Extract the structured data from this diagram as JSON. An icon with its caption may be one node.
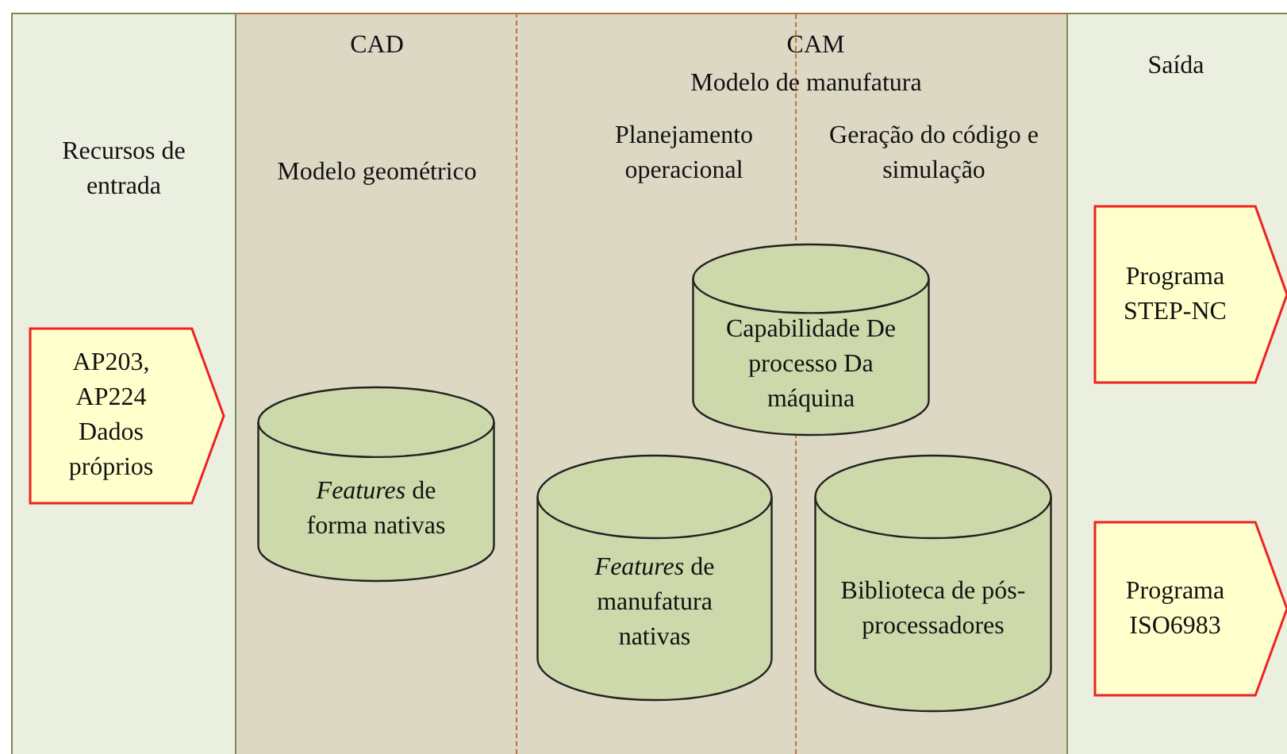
{
  "diagram": {
    "nodes": [
      {
        "text": [
          "Recursos de entrada"
        ]
      },
      {
        "text": [
          "CAD",
          "Modelo geométrico"
        ]
      },
      {
        "text": [
          "CAM",
          "Modelo de manufatura",
          "Planejamento operacional",
          "Geração do código e simulação"
        ]
      },
      {
        "text": [
          "Saída"
        ]
      },
      {
        "text": [
          "AP203, AP224 Dados próprios"
        ],
        "in": 0
      },
      {
        "text": [
          "*Features* de forma nativas"
        ],
        "in": 1
      },
      {
        "text": [
          "Capabilidade De processo Da máquina"
        ],
        "in": 2
      },
      {
        "text": [
          "*Features* de manufatura nativas"
        ],
        "in": 2
      },
      {
        "text": [
          "Biblioteca de pós-processadores"
        ],
        "in": 2
      },
      {
        "text": [
          "Programa STEP-NC"
        ],
        "in": 3
      },
      {
        "text": [
          "Programa ISO6983"
        ],
        "in": 3
      }
    ],
    "edges": []
  }
}
